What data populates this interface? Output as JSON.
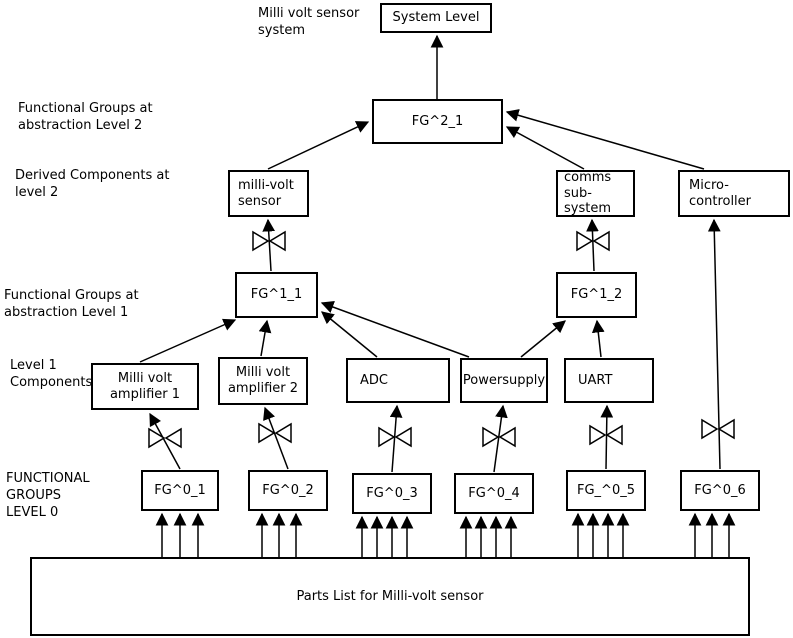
{
  "diagram": {
    "top_annotation": "Milli volt sensor\nsystem",
    "side_labels": {
      "level2_groups": "Functional Groups at\nabstraction Level 2",
      "level2_derived": "Derived Components at\nlevel 2",
      "level1_groups": "Functional Groups at\nabstraction Level 1",
      "level1_components": "Level  1\nComponents",
      "level0_groups": "FUNCTIONAL\nGROUPS\nLEVEL 0"
    },
    "nodes": {
      "system_level": "System Level",
      "fg2_1": "FG^2_1",
      "millivolt_sensor": "milli-volt\nsensor",
      "comms_subsystem": "comms\nsub-system",
      "microcontroller": "Micro-\ncontroller",
      "fg1_1": "FG^1_1",
      "fg1_2": "FG^1_2",
      "amp1": "Milli volt\namplifier 1",
      "amp2": "Milli volt\namplifier 2",
      "adc": "ADC",
      "powersupply": "Powersupply",
      "uart": "UART",
      "fg0_1": "FG^0_1",
      "fg0_2": "FG^0_2",
      "fg0_3": "FG^0_3",
      "fg0_4": "FG^0_4",
      "fg0_5": "FG_^0_5",
      "fg0_6": "FG^0_6",
      "parts_list": "Parts List for Milli-volt sensor"
    },
    "icons": {
      "bowtie": "transform-bowtie-icon",
      "arrow": "arrowhead-icon"
    },
    "colors": {
      "background": "#ffffff",
      "box_fill": "#ffffff",
      "box_border": "#000000",
      "line": "#000000",
      "text": "#000000"
    }
  }
}
